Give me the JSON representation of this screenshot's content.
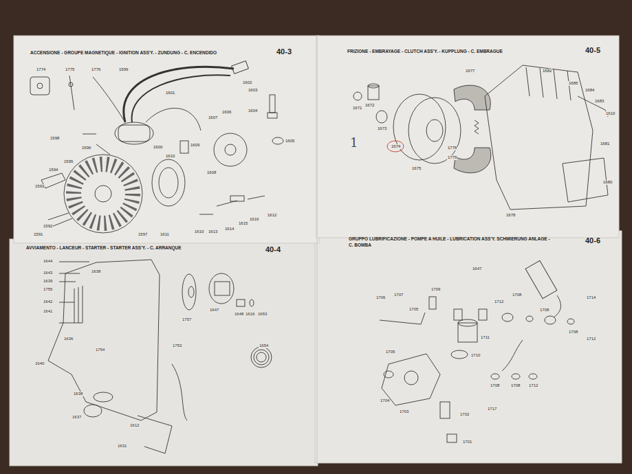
{
  "diagram": {
    "nodes": [
      {
        "text": [
          "ACCENSIONE - GROUPE MAGNETIQUE - IGNITION ASS'Y. - ZUNDUNG - C. ENCENDIDO",
          "40-3"
        ]
      },
      {
        "text": [
          "FRIZIONE - EMBRAYAGE - CLUTCH ASS'Y. - KUPPLUNG - C. EMBRAGUE",
          "40-5"
        ]
      },
      {
        "text": [
          "AVVIAMENTO - LANCEUR - STARTER - STARTER ASS'Y. - C. ARRANQUE",
          "40-4"
        ]
      },
      {
        "text": [
          "GRUPPO LUBRIFICAZIONE - POMPE A HUILE - LUBRICATION ASS'Y. SCHMIERUNG ANLAGE - C. BOMBA",
          "40-6"
        ]
      }
    ],
    "labels": [
      "1774",
      "1775",
      "1776",
      "1599",
      "1602",
      "1603",
      "1601",
      "1606",
      "1607",
      "1604",
      "1605",
      "1598",
      "1600",
      "1610",
      "1596",
      "1595",
      "1594",
      "1593",
      "1609",
      "1608",
      "1592",
      "1591",
      "1597",
      "1611",
      "1610",
      "1613",
      "1614",
      "1615",
      "1616",
      "1612",
      "1",
      "1677",
      "1682",
      "1685",
      "1684",
      "1683",
      "1610",
      "1671",
      "1672",
      "1673",
      "1674",
      "1675",
      "1778",
      "1779",
      "1681",
      "1680",
      "1678",
      "1644",
      "1638",
      "1643",
      "1639",
      "1755",
      "1642",
      "1641",
      "1636",
      "1640",
      "1754",
      "1753",
      "1757",
      "1647",
      "1648",
      "1616",
      "1653",
      "1654",
      "1638",
      "1637",
      "1612",
      "1631",
      "1647",
      "1709",
      "1706",
      "1707",
      "1705",
      "1711",
      "1710",
      "1712",
      "1708",
      "1714",
      "1708",
      "1712",
      "1708",
      "1705",
      "1704",
      "1703",
      "1702",
      "1717",
      "1708",
      "1708",
      "1712",
      "1701"
    ]
  }
}
